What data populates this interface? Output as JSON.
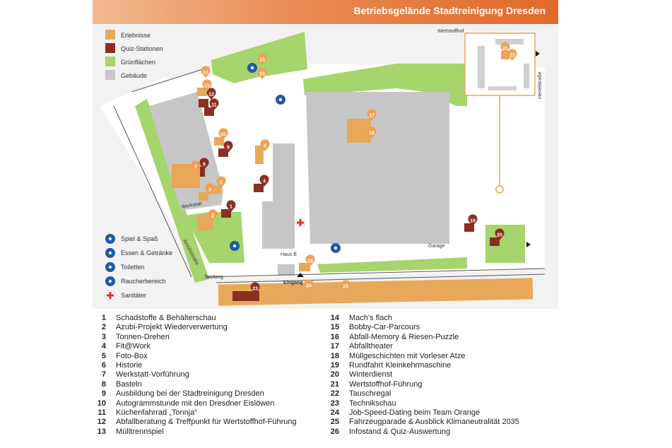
{
  "map": {
    "title": "Betriebsgelände Stadtreinigung Dresden",
    "colors": {
      "erlebnisse": "#e8a85a",
      "quiz": "#8b2f22",
      "gruen": "#a6d46d",
      "gebaeude": "#c6c6c6",
      "blue": "#1f5aa6",
      "red": "#d9302b",
      "orange": "#f0a050"
    },
    "legend_types": [
      {
        "label": "Erlebnisse",
        "color_key": "erlebnisse"
      },
      {
        "label": "Quiz-Stationen",
        "color_key": "quiz"
      },
      {
        "label": "Grünflächen",
        "color_key": "gruen"
      },
      {
        "label": "Gebäude",
        "color_key": "gebaeude"
      }
    ],
    "legend_icons": [
      {
        "label": "Spiel & Spaß",
        "icon": "play-icon"
      },
      {
        "label": "Essen & Getränke",
        "icon": "cutlery-icon"
      },
      {
        "label": "Toiletten",
        "icon": "toilet-icon"
      },
      {
        "label": "Raucherbereich",
        "icon": "smoking-icon"
      },
      {
        "label": "Sanitäter",
        "icon": "first-aid-icon"
      }
    ],
    "place_labels": {
      "wertstoffhof": "Wertstoffhof",
      "herteistrasse": "Hertelstraße",
      "werkstatt": "Werkstatt",
      "haus_b": "Haus B",
      "garage": "Garage",
      "tatzberg": "Tatzberg",
      "arnoldstrasse": "Arnoldstraße",
      "eingang": "Eingang"
    },
    "stations": [
      {
        "n": "1",
        "kind": "quiz"
      },
      {
        "n": "2",
        "kind": "erlebnis"
      },
      {
        "n": "3",
        "kind": "erlebnis"
      },
      {
        "n": "4",
        "kind": "quiz"
      },
      {
        "n": "5",
        "kind": "erlebnis"
      },
      {
        "n": "6",
        "kind": "quiz"
      },
      {
        "n": "7",
        "kind": "erlebnis"
      },
      {
        "n": "8",
        "kind": "erlebnis"
      },
      {
        "n": "9",
        "kind": "quiz"
      },
      {
        "n": "10",
        "kind": "erlebnis"
      },
      {
        "n": "11",
        "kind": "quiz"
      },
      {
        "n": "12",
        "kind": "quiz"
      },
      {
        "n": "13",
        "kind": "erlebnis"
      },
      {
        "n": "14",
        "kind": "erlebnis"
      },
      {
        "n": "15",
        "kind": "erlebnis"
      },
      {
        "n": "16",
        "kind": "erlebnis"
      },
      {
        "n": "17",
        "kind": "erlebnis"
      },
      {
        "n": "18",
        "kind": "erlebnis"
      },
      {
        "n": "19",
        "kind": "quiz"
      },
      {
        "n": "20",
        "kind": "quiz"
      },
      {
        "n": "21",
        "kind": "erlebnis"
      },
      {
        "n": "22",
        "kind": "erlebnis"
      },
      {
        "n": "23",
        "kind": "quiz"
      },
      {
        "n": "24",
        "kind": "erlebnis"
      },
      {
        "n": "25",
        "kind": "erlebnis"
      },
      {
        "n": "26",
        "kind": "erlebnis"
      }
    ]
  },
  "stations_list": [
    {
      "n": "1",
      "label": "Schadstoffe & Behälterschau"
    },
    {
      "n": "2",
      "label": "Azubi-Projekt Wiederverwertung"
    },
    {
      "n": "3",
      "label": "Tonnen-Drehen"
    },
    {
      "n": "4",
      "label": "Fit@Work"
    },
    {
      "n": "5",
      "label": "Foto-Box"
    },
    {
      "n": "6",
      "label": "Historie"
    },
    {
      "n": "7",
      "label": "Werkstatt-Vorführung"
    },
    {
      "n": "8",
      "label": "Basteln"
    },
    {
      "n": "9",
      "label": "Ausbildung bei der Stadtreinigung Dresden"
    },
    {
      "n": "10",
      "label": "Autogrammstunde mit den Dresdner Eislöwen"
    },
    {
      "n": "11",
      "label": "Küchenfahrrad „Tonnja“"
    },
    {
      "n": "12",
      "label": "Abfallberatung & Treffpunkt für Wertstoffhof-Führung"
    },
    {
      "n": "13",
      "label": "Mülltrennspiel"
    },
    {
      "n": "14",
      "label": "Mach’s flach"
    },
    {
      "n": "15",
      "label": "Bobby-Car-Parcours"
    },
    {
      "n": "16",
      "label": "Abfall-Memory & Riesen-Puzzle"
    },
    {
      "n": "17",
      "label": "Abfalltheater"
    },
    {
      "n": "18",
      "label": "Müllgeschichten mit Vorleser Atze"
    },
    {
      "n": "19",
      "label": "Rundfahrt Kleinkehrmaschine"
    },
    {
      "n": "20",
      "label": "Winterdienst"
    },
    {
      "n": "21",
      "label": "Wertstoffhof-Führung"
    },
    {
      "n": "22",
      "label": "Tauschregal"
    },
    {
      "n": "23",
      "label": "Technikschau"
    },
    {
      "n": "24",
      "label": "Job-Speed-Dating beim Team Orange"
    },
    {
      "n": "25",
      "label": "Fahrzeugparade & Ausblick Klimaneutralität 2035"
    },
    {
      "n": "26",
      "label": "Infostand & Quiz-Auswertung"
    }
  ]
}
